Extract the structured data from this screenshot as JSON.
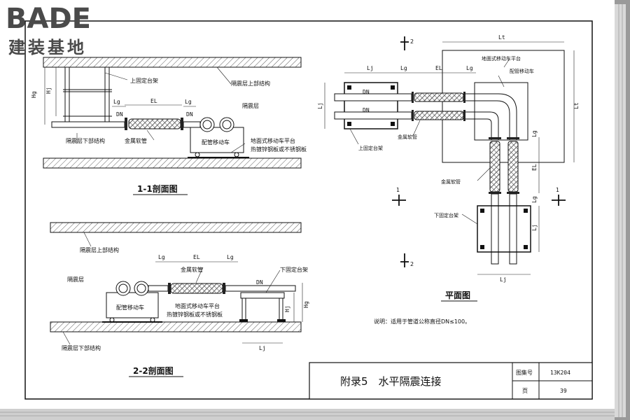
{
  "logo": {
    "brand": "BADE",
    "subtitle": "建装基地"
  },
  "labels": {
    "upper_structure": "隔震层上部结构",
    "lower_structure": "隔震层下部结构",
    "upper_fixed_frame": "上固定台架",
    "lower_fixed_frame": "下固定台架",
    "isolation_layer": "隔震层",
    "metal_hose": "金属软管",
    "pipe_cart": "配管移动车",
    "cart_platform": "地面式移动车平台",
    "platform_material": "热镀锌钢板或不锈钢板"
  },
  "dims": {
    "lg": "Lg",
    "el": "EL",
    "dn": "DN",
    "lj": "Lj",
    "hg": "Hg",
    "hj": "Hj",
    "lt": "Lt"
  },
  "views": {
    "section_1_1": "1-1剖面图",
    "section_2_2": "2-2剖面图",
    "plan": "平面图",
    "mark_1": "1",
    "mark_2": "2"
  },
  "note": "说明：适用于管道公称直径DN≤100。",
  "title_block": {
    "title": "附录5　水平隔震连接",
    "atlas_label": "图集号",
    "atlas_no": "13K204",
    "page_label": "页",
    "page_no": "39"
  },
  "colors": {
    "paper": "#ffffff",
    "frame": "#111111",
    "viewer_bg": "#6e6e6e",
    "logo": "#4a4a4a"
  }
}
